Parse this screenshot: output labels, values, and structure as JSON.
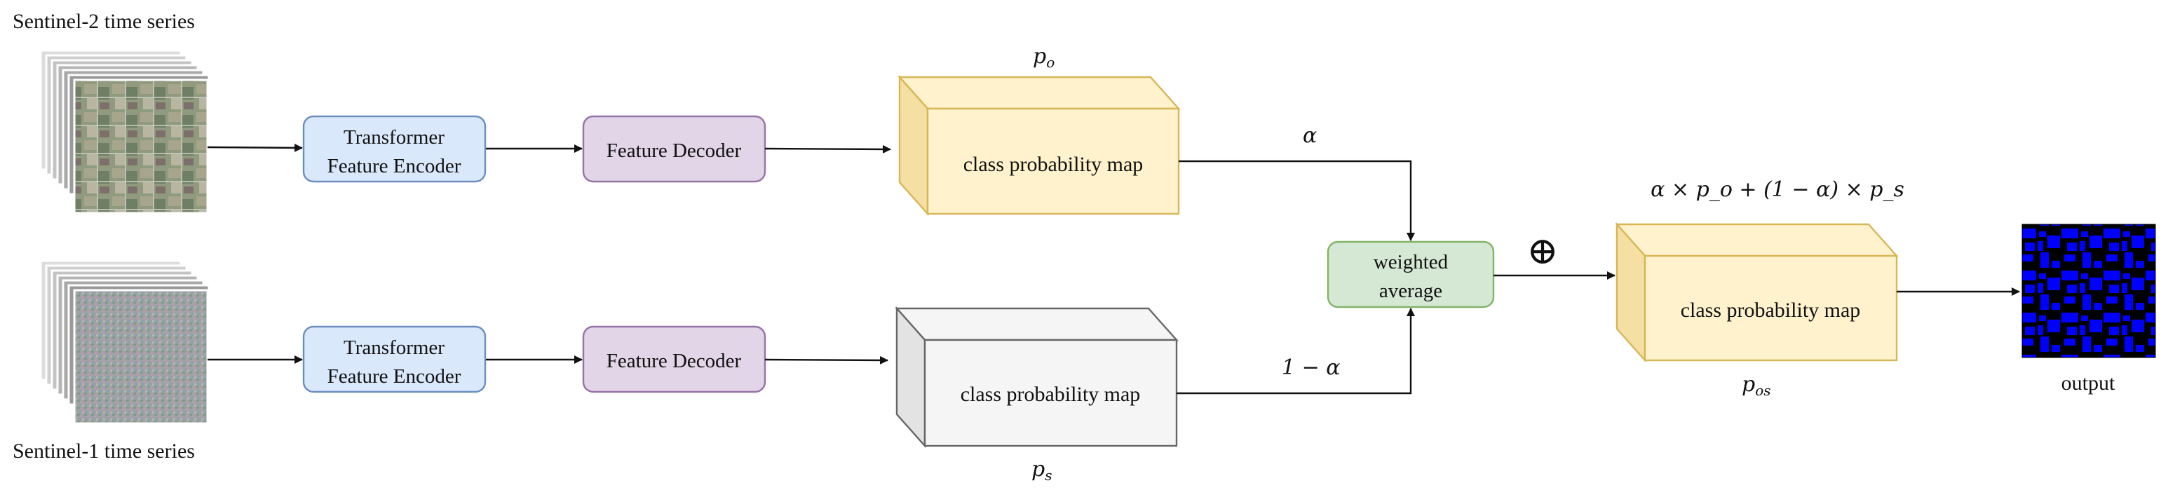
{
  "inputs": {
    "sentinel2_label": "Sentinel-2 time series",
    "sentinel1_label": "Sentinel-1 time series"
  },
  "blocks": {
    "encoder_line1": "Transformer",
    "encoder_line2": "Feature Encoder",
    "decoder": "Feature Decoder",
    "weighted_line1": "weighted",
    "weighted_line2": "average"
  },
  "maps": {
    "top_label": "class probability map",
    "bottom_label": "class probability map",
    "output_label": "class probability map",
    "p_o": "p",
    "p_o_sub": "o",
    "p_s": "p",
    "p_s_sub": "s",
    "p_os": "p",
    "p_os_sub": "os"
  },
  "weights": {
    "alpha": "α",
    "one_minus_alpha": "1 − α",
    "fusion_symbol": "⊕",
    "formula": "α × p_o + (1 − α) × p_s"
  },
  "output": {
    "label": "output"
  },
  "colors": {
    "encoder_fill": "#dae8fc",
    "encoder_stroke": "#6c8ebf",
    "decoder_fill": "#e1d5e7",
    "decoder_stroke": "#9673a6",
    "weighted_fill": "#d5e8d4",
    "weighted_stroke": "#82b366",
    "yellow_front": "#fff2cc",
    "yellow_side": "#f5dfa3",
    "yellow_stroke": "#d6b656",
    "gray_front": "#f5f5f5",
    "gray_side": "#e3e3e3",
    "gray_stroke": "#666666",
    "output_blue": "#0000ff"
  }
}
